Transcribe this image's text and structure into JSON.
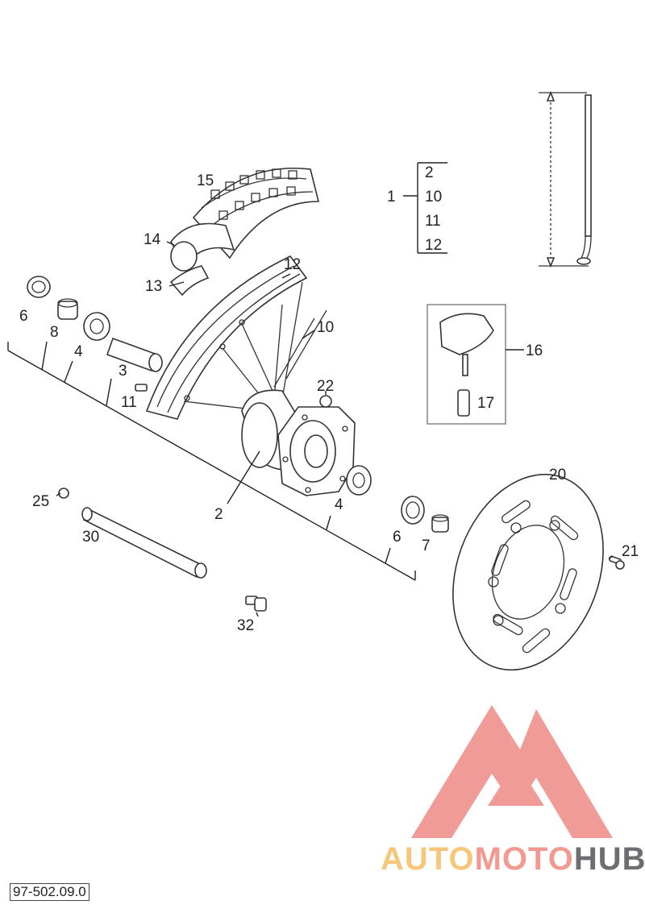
{
  "drawing_code": "97-502.09.0",
  "brand": {
    "part1": "AUTO",
    "part2": "MOTO",
    "part3": "HUB",
    "colors": {
      "auto": "#f6c77a",
      "moto": "#f29a92",
      "hub": "#6d6e71",
      "mark": "#ee8a86"
    }
  },
  "callouts": {
    "c1": "1",
    "g2": "2",
    "g10": "10",
    "g11": "11",
    "g12": "12",
    "c2": "2",
    "c3": "3",
    "c4a": "4",
    "c4b": "4",
    "c6a": "6",
    "c6b": "6",
    "c7": "7",
    "c8": "8",
    "c10": "10",
    "c11": "11",
    "c12": "12",
    "c13": "13",
    "c14": "14",
    "c15": "15",
    "c16": "16",
    "c17": "17",
    "c20": "20",
    "c21": "21",
    "c22": "22",
    "c25": "25",
    "c30": "30",
    "c32": "32"
  }
}
